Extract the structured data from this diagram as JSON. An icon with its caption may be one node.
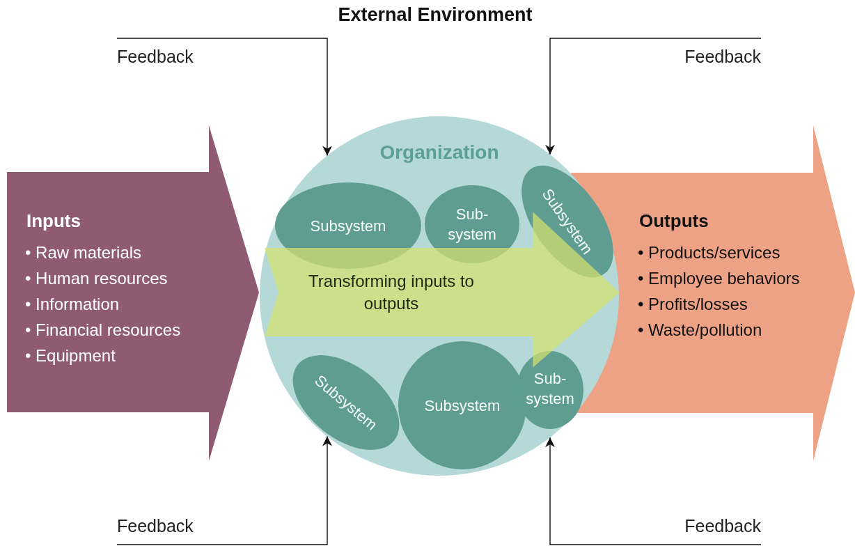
{
  "diagram": {
    "title": "External Environment",
    "nodes": [
      {
        "text": [
          "Inputs",
          "• Raw materials",
          "• Human resources",
          "• Information",
          "• Financial resources",
          "• Equipment"
        ]
      },
      {
        "text": [
          "Organization"
        ]
      },
      {
        "text": [
          "Subsystem"
        ],
        "in": 1
      },
      {
        "text": [
          "Sub- system"
        ],
        "in": 1
      },
      {
        "text": [
          "Subsystem"
        ],
        "in": 1
      },
      {
        "text": [
          "Subsystem"
        ],
        "in": 1
      },
      {
        "text": [
          "Subsystem"
        ],
        "in": 1
      },
      {
        "text": [
          "Sub- system"
        ],
        "in": 1
      },
      {
        "text": [
          "Transforming inputs to outputs"
        ],
        "in": 1
      },
      {
        "text": [
          "Outputs",
          "• Products/services",
          "• Employee behaviors",
          "• Profits/losses",
          "• Waste/pollution"
        ]
      },
      {
        "text": [
          "Feedback"
        ]
      },
      {
        "text": [
          "Feedback"
        ]
      },
      {
        "text": [
          "Feedback"
        ]
      },
      {
        "text": [
          "Feedback"
        ]
      }
    ],
    "edges": [
      {
        "from": 10,
        "to": 1,
        "arrow": "to"
      },
      {
        "from": 11,
        "to": 1,
        "arrow": "to"
      },
      {
        "from": 12,
        "to": 1,
        "arrow": "to"
      },
      {
        "from": 13,
        "to": 1,
        "arrow": "to"
      }
    ]
  }
}
